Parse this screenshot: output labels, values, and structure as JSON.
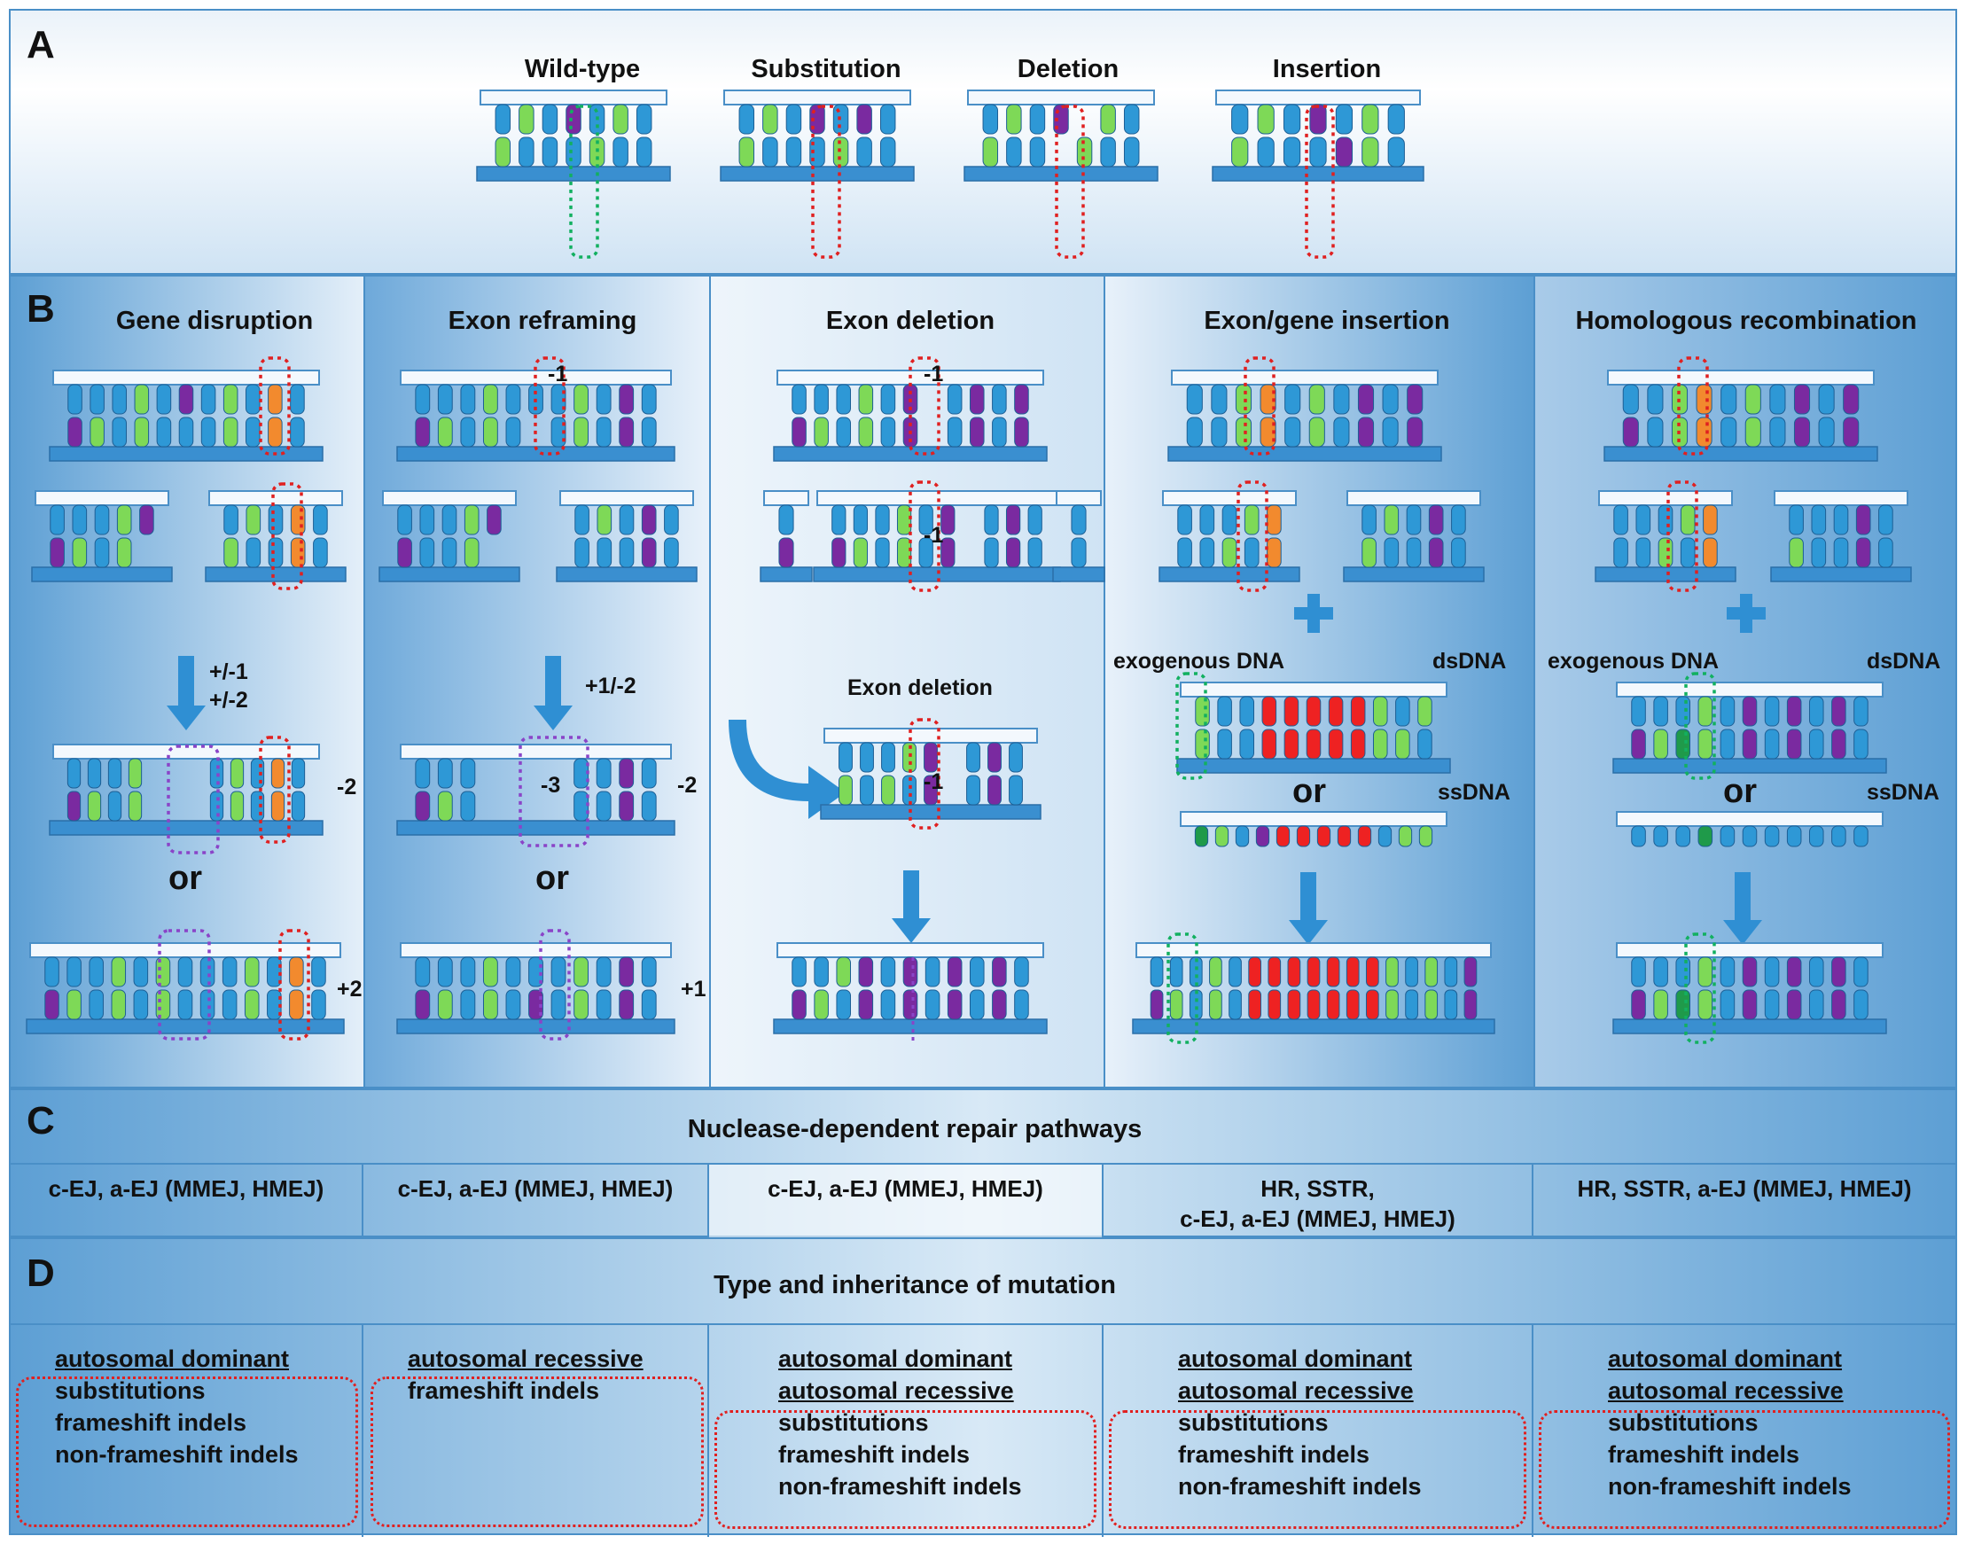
{
  "colors": {
    "strand": "#3a8fd0",
    "strand_top": "#f3f8fd",
    "base_blue": "#2e98d6",
    "base_green": "#7ed957",
    "base_purple": "#7a2aa0",
    "base_orange": "#f28a2e",
    "base_red": "#ee2222",
    "base_dkgreen": "#1f9a4a",
    "mark_red": "#e02020",
    "mark_green": "#12b060",
    "mark_purple": "#8a44c8",
    "arrow": "#2f8fd3"
  },
  "panel_a": {
    "letter": "A",
    "titles": [
      "Wild-type",
      "Substitution",
      "Deletion",
      "Insertion"
    ]
  },
  "panel_b": {
    "letter": "B",
    "titles": [
      "Gene disruption",
      "Exon reframing",
      "Exon deletion",
      "Exon/gene insertion",
      "Homologous recombination"
    ],
    "labels": {
      "gd_shift": "+/-1",
      "gd_shift2": "+/-2",
      "gd_minus": "-2",
      "gd_plus": "+2",
      "gd_or": "or",
      "er_shift": "+1/-2",
      "er_box": "-3",
      "er_minus": "-2",
      "er_plus": "+1",
      "er_or": "or",
      "er_top": "-1",
      "ed_top1": "-1",
      "ed_top2": "-1",
      "ed_sub": "Exon deletion",
      "ed_mid": "-1",
      "ei_exo": "exogenous DNA",
      "ei_ds": "dsDNA",
      "ei_or": "or",
      "ei_ss": "ssDNA",
      "hr_exo": "exogenous DNA",
      "hr_ds": "dsDNA",
      "hr_or": "or",
      "hr_ss": "ssDNA"
    }
  },
  "panel_c": {
    "letter": "C",
    "title": "Nuclease-dependent repair pathways",
    "cells": [
      [
        "c-EJ, a-EJ (MMEJ, HMEJ)"
      ],
      [
        "c-EJ, a-EJ (MMEJ, HMEJ)"
      ],
      [
        "c-EJ, a-EJ (MMEJ, HMEJ)"
      ],
      [
        "HR, SSTR,",
        "c-EJ, a-EJ (MMEJ, HMEJ)"
      ],
      [
        "HR, SSTR, a-EJ (MMEJ, HMEJ)"
      ]
    ]
  },
  "panel_d": {
    "letter": "D",
    "title": "Type and inheritance of mutation",
    "cells": [
      {
        "underlined": [
          "autosomal dominant"
        ],
        "lines": [
          "substitutions",
          "frameshift indels",
          "non-frameshift indels"
        ]
      },
      {
        "underlined": [
          "autosomal recessive"
        ],
        "lines": [
          "frameshift indels"
        ]
      },
      {
        "underlined": [
          "autosomal dominant",
          "autosomal recessive"
        ],
        "lines": [
          "substitutions",
          "frameshift indels",
          "non-frameshift indels"
        ]
      },
      {
        "underlined": [
          "autosomal dominant",
          "autosomal recessive"
        ],
        "lines": [
          "substitutions",
          "frameshift indels",
          "non-frameshift indels"
        ]
      },
      {
        "underlined": [
          "autosomal dominant",
          "autosomal recessive"
        ],
        "lines": [
          "substitutions",
          "frameshift indels",
          "non-frameshift indels"
        ]
      }
    ]
  }
}
